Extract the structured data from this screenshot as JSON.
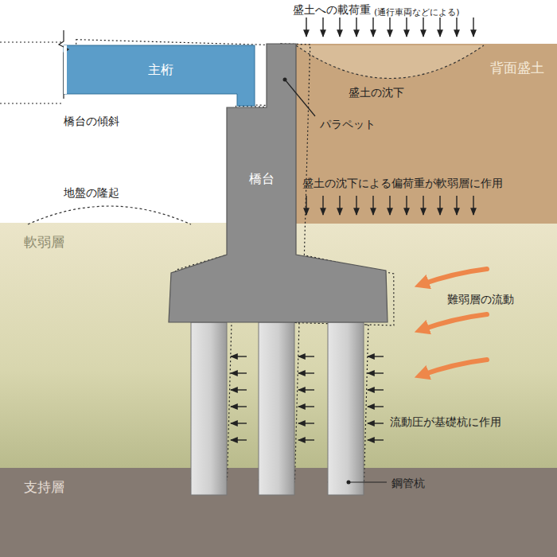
{
  "diagram": {
    "nodes": [
      {
        "text": [
          "主桁"
        ]
      },
      {
        "text": [
          "背面盛土"
        ]
      },
      {
        "text": [
          "橋台"
        ]
      },
      {
        "text": [
          "軟弱層"
        ]
      },
      {
        "text": [
          "支持層"
        ]
      }
    ],
    "labels": [
      "盛土への載荷重",
      "(通行車両などによる)",
      "盛土の沈下",
      "パラペット",
      "橋台の傾斜",
      "地盤の隆起",
      "盛土の沈下による偏荷重が軟弱層に作用",
      "難弱層の流動",
      "流動圧が基礎杭に作用",
      "鋼管杭"
    ]
  }
}
